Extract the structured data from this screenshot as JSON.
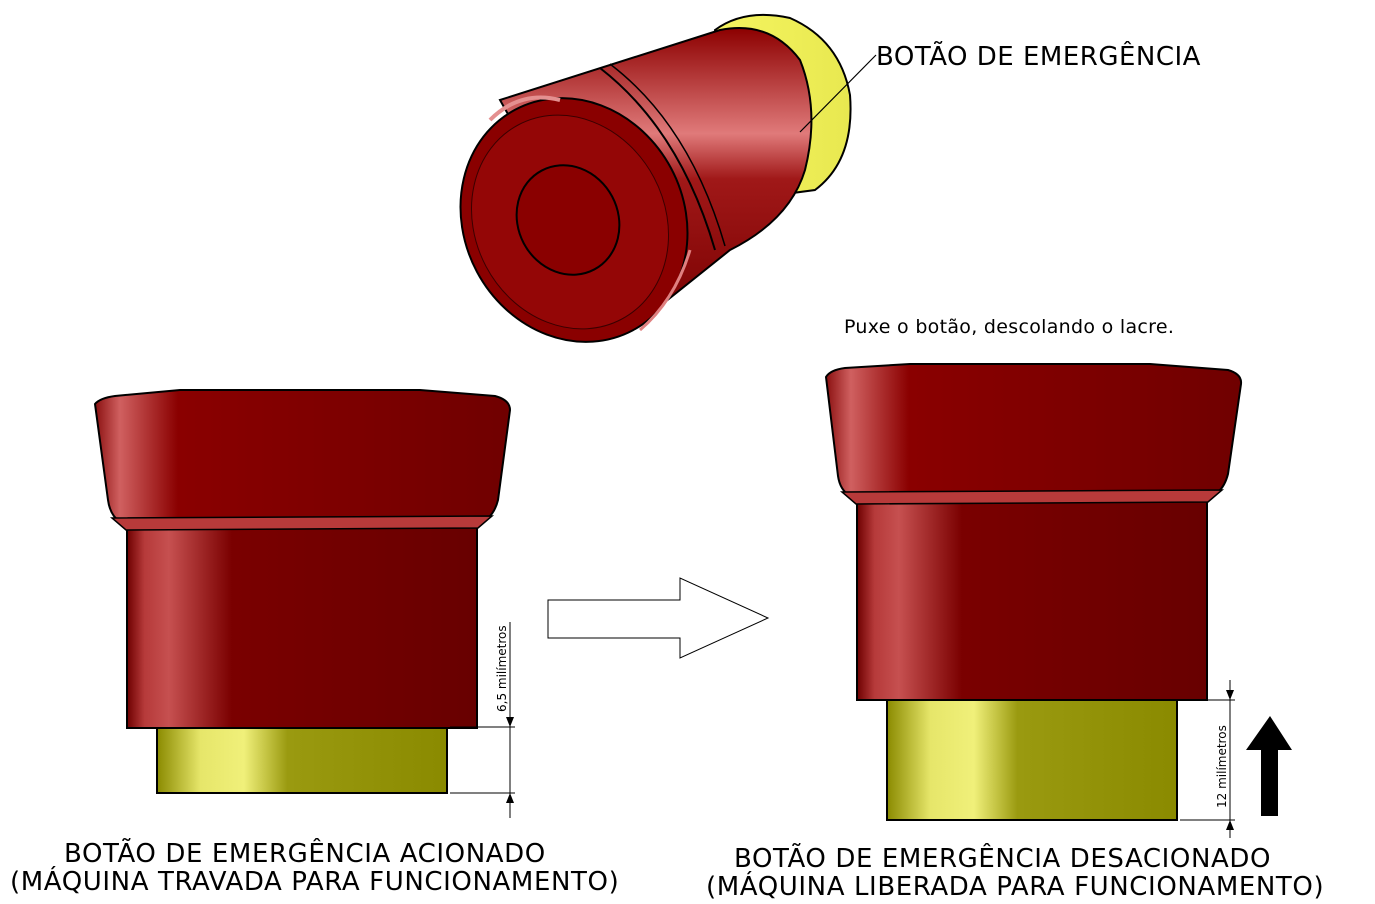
{
  "labels": {
    "top_callout": "BOTÃO DE EMERGÊNCIA",
    "instruction": "Puxe o botão, descolando o lacre.",
    "left_caption_line1": "BOTÃO DE EMERGÊNCIA ACIONADO",
    "left_caption_line2": "(MÁQUINA TRAVADA PARA FUNCIONAMENTO)",
    "right_caption_line1": "BOTÃO DE EMERGÊNCIA DESACIONADO",
    "right_caption_line2": "(MÁQUINA LIBERADA PARA FUNCIONAMENTO)"
  },
  "dimensions": {
    "pressed": "6,5 milímetros",
    "released": "12 milímetros"
  },
  "colors": {
    "cap_red": "#8a0000",
    "cap_dark": "#5c0000",
    "base_yellow": "#c9c43a",
    "base_dark": "#7a7a00"
  }
}
